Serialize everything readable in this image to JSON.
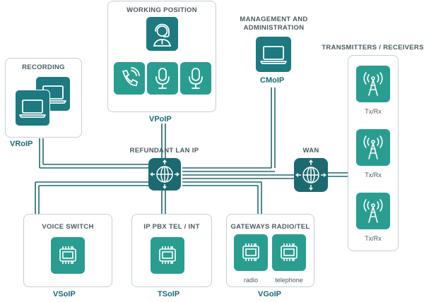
{
  "working_position": {
    "title": "WORKING POSITION",
    "protocol": "VPoIP"
  },
  "management": {
    "title_line1": "MANAGEMENT AND",
    "title_line2": "ADMINISTRATION",
    "protocol": "CMoIP"
  },
  "transmitters": {
    "title": "TRANSMITTERS / RECEIVERS",
    "items": [
      "Tx/Rx",
      "Tx/Rx",
      "Tx/Rx"
    ]
  },
  "recording": {
    "title": "RECORDING",
    "protocol": "VRoIP"
  },
  "lan": {
    "label": "REFUNDANT LAN IP"
  },
  "wan": {
    "label": "WAN"
  },
  "voice_switch": {
    "title": "VOICE SWITCH",
    "protocol": "VSoIP"
  },
  "pbx": {
    "title": "IP PBX TEL / INT",
    "protocol": "TSoIP"
  },
  "gateways": {
    "title": "GATEWAYS RADIO/TEL",
    "protocol": "VGoIP",
    "items": [
      "radio",
      "telephone"
    ]
  },
  "colors": {
    "teal": "#2a9d91",
    "dark_teal": "#1c6a70",
    "line": "#1c6a70",
    "text": "#4a5a60",
    "protocol": "#1a6a75"
  }
}
